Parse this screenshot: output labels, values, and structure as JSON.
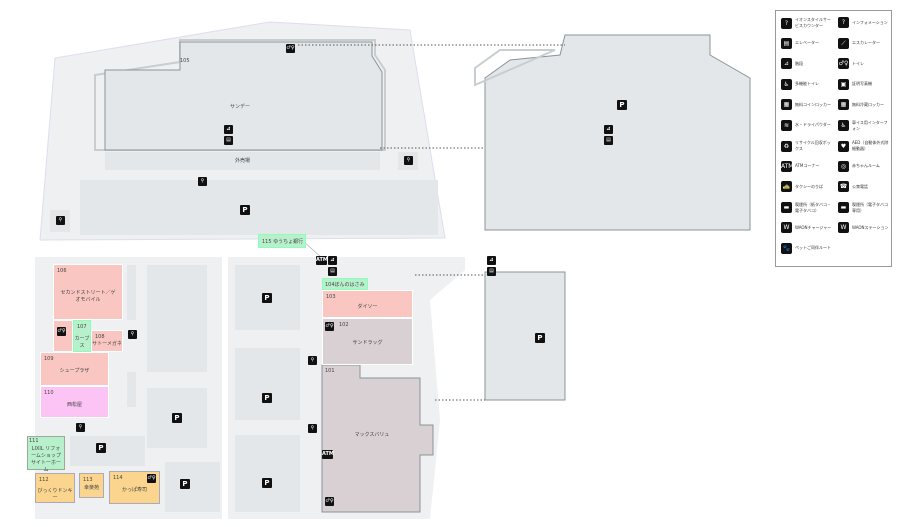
{
  "stores": {
    "s101": {
      "num": "101",
      "name": "マックスバリュ"
    },
    "s102": {
      "num": "102",
      "name": "サンドラッグ"
    },
    "s103": {
      "num": "103",
      "name": "ダイソー"
    },
    "s104": {
      "num": "104",
      "name": "ぼんのはさみ"
    },
    "s105": {
      "num": "105",
      "name": "サンデー"
    },
    "s106": {
      "num": "106",
      "name": "セカンドストリート／ゲオモバイル"
    },
    "s107": {
      "num": "107",
      "name": "カーブス"
    },
    "s108": {
      "num": "108",
      "name": "サトーメガネ"
    },
    "s109": {
      "num": "109",
      "name": "シュープラザ"
    },
    "s110": {
      "num": "110",
      "name": "西松屋"
    },
    "s111": {
      "num": "111",
      "name": "LIXIL リフォームショップ サイトーホーム"
    },
    "s112": {
      "num": "112",
      "name": "びっくりドンキー"
    },
    "s113": {
      "num": "113",
      "name": "幸楽苑"
    },
    "s114": {
      "num": "114",
      "name": "かっぱ寿司"
    },
    "s115": {
      "num": "115",
      "name": "ゆうちょ銀行"
    },
    "outdoor": "外売場"
  },
  "parking_label": "P",
  "atm_label": "ATM",
  "legend": [
    {
      "icon": "?",
      "label": "イオンスタイルサービスカウンター"
    },
    {
      "icon": "?",
      "label": "インフォメーション"
    },
    {
      "icon": "▤",
      "label": "エレベーター"
    },
    {
      "icon": "⟋",
      "label": "エスカレーター"
    },
    {
      "icon": "⊿",
      "label": "階段"
    },
    {
      "icon": "♂♀",
      "label": "トイレ"
    },
    {
      "icon": "♿",
      "label": "多機能トイレ"
    },
    {
      "icon": "▣",
      "label": "証明写真機"
    },
    {
      "icon": "▦",
      "label": "無料コインロッカー"
    },
    {
      "icon": "▦",
      "label": "無料冷蔵ロッカー"
    },
    {
      "icon": "≋",
      "label": "水・ドライパウダー"
    },
    {
      "icon": "♿",
      "label": "車イス用インターフォン"
    },
    {
      "icon": "♻",
      "label": "リサイクル回収ボックス"
    },
    {
      "icon": "♥",
      "label": "AED（自動体外式除細動器）"
    },
    {
      "icon": "ATM",
      "label": "ATMコーナー"
    },
    {
      "icon": "◎",
      "label": "赤ちゃんルーム"
    },
    {
      "icon": "🚕",
      "label": "タクシーのりば"
    },
    {
      "icon": "☎",
      "label": "公衆電話"
    },
    {
      "icon": "▬",
      "label": "喫煙所（紙タバコ・電子タバコ）"
    },
    {
      "icon": "▬",
      "label": "喫煙所（電子タバコ専用）"
    },
    {
      "icon": "W",
      "label": "WAONチャージャー"
    },
    {
      "icon": "W",
      "label": "WAONステーション"
    },
    {
      "icon": "🐾",
      "label": "ペットご同伴ルート"
    }
  ]
}
